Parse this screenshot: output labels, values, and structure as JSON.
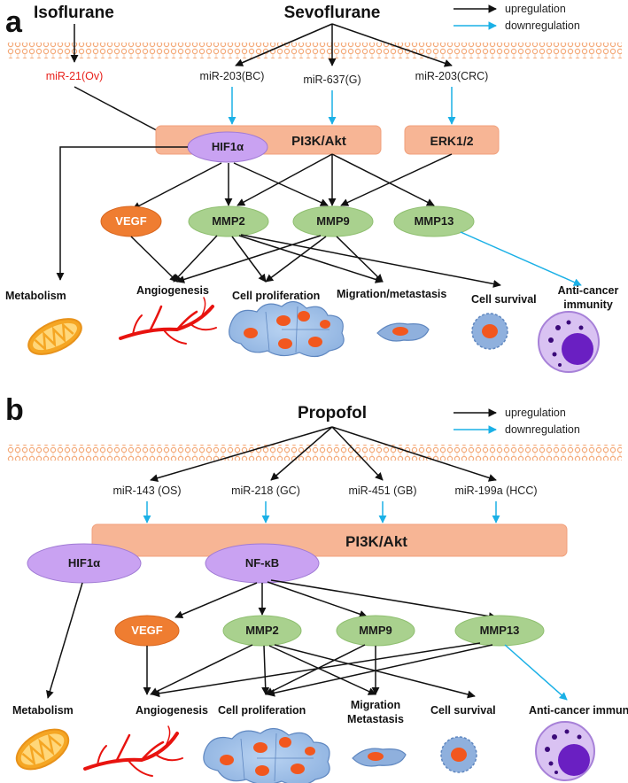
{
  "legend": {
    "up_label": "upregulation",
    "down_label": "downregulation",
    "up_color": "#111111",
    "down_color": "#1ab0e6"
  },
  "colors": {
    "pi3k_fill": "#f7b595",
    "hif_fill": "#c9a2f2",
    "vegf_fill": "#ef7d31",
    "mmp_fill": "#a9d18e",
    "mir_red": "#e8221c",
    "membrane": "#f4a978"
  },
  "panel_a": {
    "label": "a",
    "isoflurane": "Isoflurane",
    "sevoflurane": "Sevoflurane",
    "mir_ov": "miR-21(Ov)",
    "mir_bc": "miR-203(BC)",
    "mir_g": "miR-637(G)",
    "mir_crc": "miR-203(CRC)",
    "pi3k": "PI3K/Akt",
    "hif": "HIF1α",
    "erk": "ERK1/2",
    "vegf": "VEGF",
    "mmp2": "MMP2",
    "mmp9": "MMP9",
    "mmp13": "MMP13",
    "metabolism": "Metabolism",
    "angiogenesis": "Angiogenesis",
    "proliferation": "Cell proliferation",
    "migration": "Migration/metastasis",
    "survival": "Cell survival",
    "immunity_1": "Anti-cancer",
    "immunity_2": "immunity"
  },
  "panel_b": {
    "label": "b",
    "propofol": "Propofol",
    "mir_os": "miR-143 (OS)",
    "mir_gc": "miR-218 (GC)",
    "mir_gb": "miR-451 (GB)",
    "mir_hcc": "miR-199a (HCC)",
    "pi3k": "PI3K/Akt",
    "hif": "HIF1α",
    "nfkb": "NF-κB",
    "vegf": "VEGF",
    "mmp2": "MMP2",
    "mmp9": "MMP9",
    "mmp13": "MMP13",
    "metabolism": "Metabolism",
    "angiogenesis": "Angiogenesis",
    "proliferation": "Cell proliferation",
    "migration_1": "Migration",
    "migration_2": "Metastasis",
    "survival": "Cell survival",
    "immunity": "Anti-cancer immunity"
  }
}
